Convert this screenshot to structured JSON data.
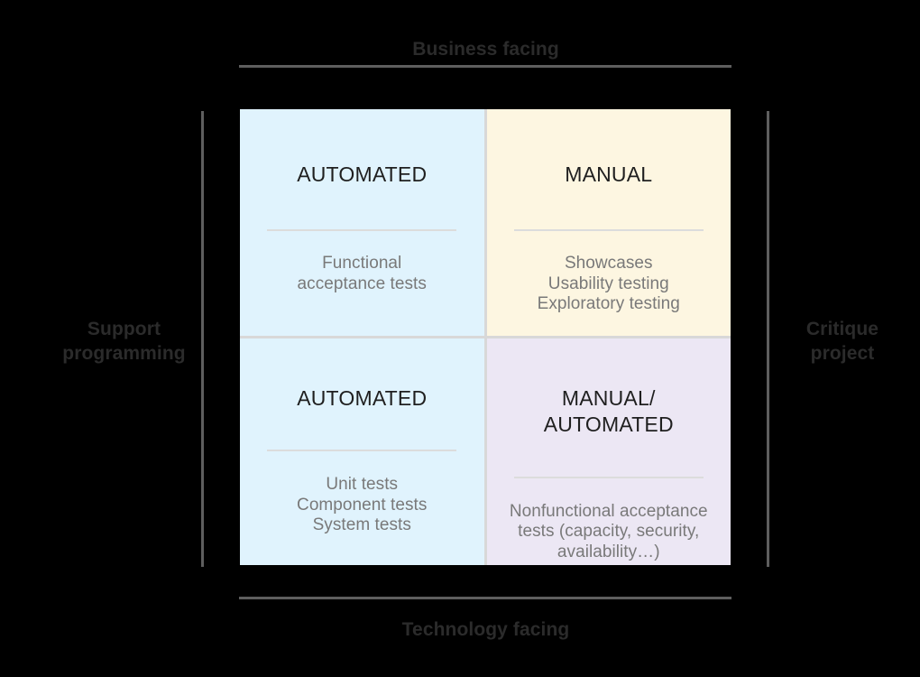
{
  "axes": {
    "top_label": "Business facing",
    "bottom_label": "Technology facing",
    "left_label": "Support\nprogramming",
    "right_label": "Critique\nproject"
  },
  "colors": {
    "background": "#000000",
    "quadrant_blue": "#e0f3fd",
    "quadrant_cream": "#fdf6e1",
    "quadrant_lavender": "#ece7f4",
    "axis_rule": "#5e5e5e",
    "axis_text": "#2b2b2b",
    "title_text": "#1f1f1f",
    "body_text": "#797979",
    "divider": "#dcdcdc",
    "grid_gap": "#d8d8d8"
  },
  "quadrants": [
    {
      "id": "top-left",
      "title": "AUTOMATED",
      "body": "Functional\nacceptance tests",
      "fill": "#e0f3fd"
    },
    {
      "id": "top-right",
      "title": "MANUAL",
      "body": "Showcases\nUsability testing\nExploratory testing",
      "fill": "#fdf6e1"
    },
    {
      "id": "bottom-left",
      "title": "AUTOMATED",
      "body": "Unit tests\nComponent tests\nSystem tests",
      "fill": "#e0f3fd"
    },
    {
      "id": "bottom-right",
      "title": "MANUAL/\nAUTOMATED",
      "body": "Nonfunctional acceptance tests (capacity, security, availability…)",
      "fill": "#ece7f4"
    }
  ]
}
